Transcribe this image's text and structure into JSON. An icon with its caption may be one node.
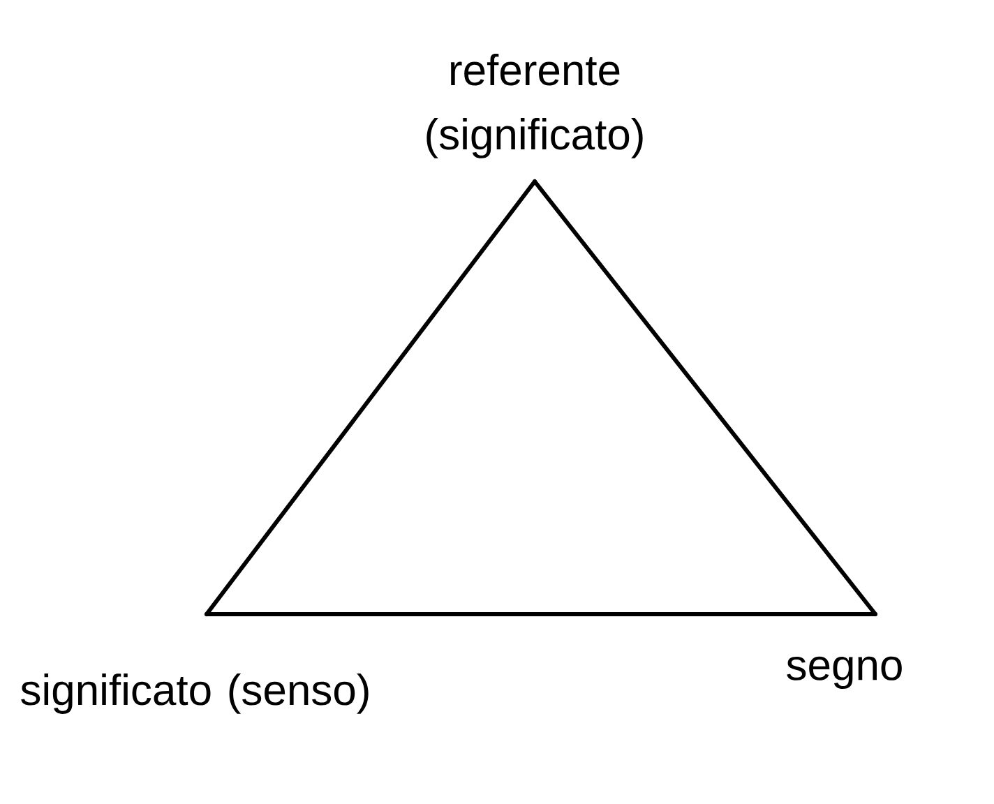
{
  "diagram": {
    "nodes": [
      {
        "text": [
          "referente (significato)"
        ]
      },
      {
        "text": [
          "significato (senso)"
        ]
      },
      {
        "text": [
          "segno"
        ]
      }
    ],
    "edges": [
      {
        "from": 0,
        "to": 1,
        "arrow": "none"
      },
      {
        "from": 1,
        "to": 2,
        "arrow": "none"
      },
      {
        "from": 2,
        "to": 0,
        "arrow": "none"
      }
    ]
  }
}
